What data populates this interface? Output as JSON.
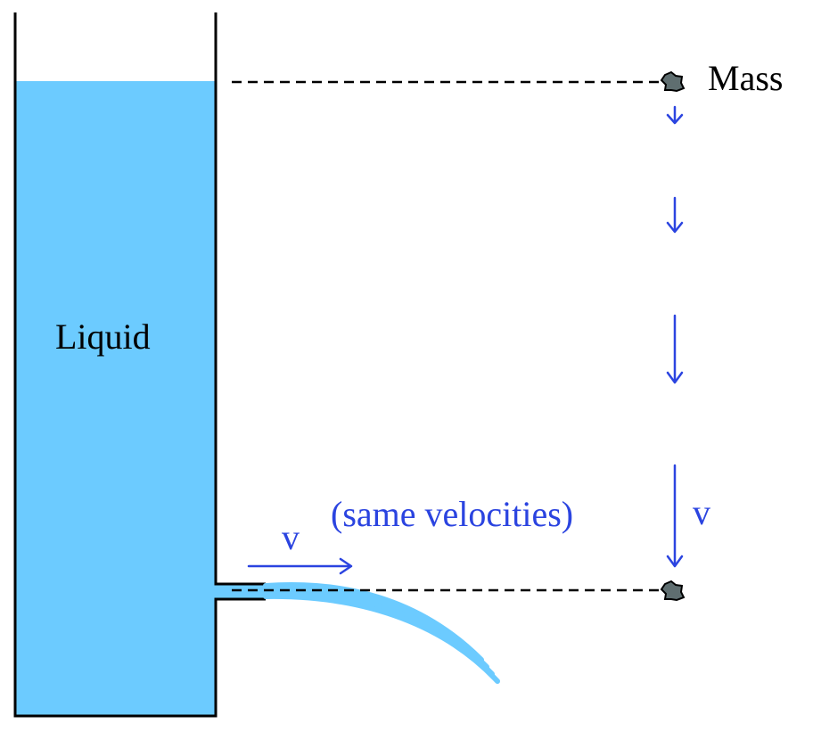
{
  "labels": {
    "liquid": "Liquid",
    "mass": "Mass",
    "same_velocities": "(same velocities)",
    "jet_velocity": "v",
    "mass_velocity": "v"
  },
  "colors": {
    "liquid": "#6ccbff",
    "jet": "#6ccbff",
    "arrows": "#2b44e0",
    "annotation_text": "#2b44e0",
    "outline": "#000000",
    "mass_fill": "#5f6e70"
  },
  "icons": {
    "mass_top": "mass-blob-icon",
    "mass_bottom": "mass-blob-icon"
  }
}
